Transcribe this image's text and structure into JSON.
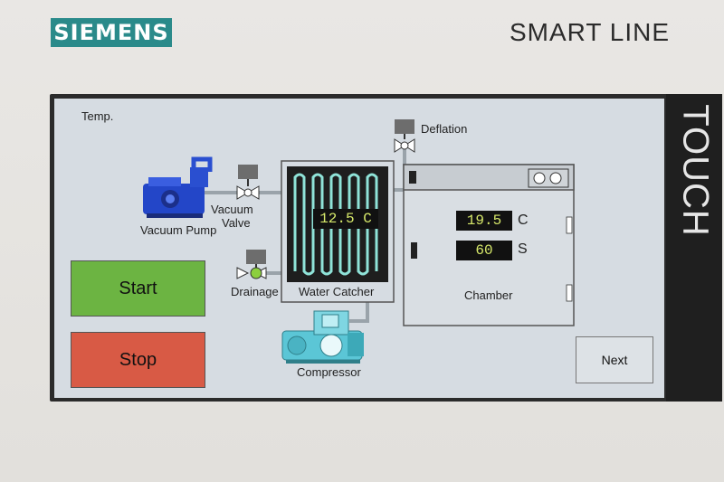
{
  "header": {
    "brand": "SIEMENS",
    "product_line": "SMART LINE",
    "side_label": "TOUCH"
  },
  "screen": {
    "temp_label": "Temp.",
    "components": {
      "vacuum_pump": "Vacuum Pump",
      "vacuum_valve_line1": "Vacuum",
      "vacuum_valve_line2": "Valve",
      "drainage": "Drainage",
      "deflation": "Deflation",
      "water_catcher": "Water Catcher",
      "compressor": "Compressor",
      "chamber": "Chamber"
    },
    "water_catcher_temp": "12.5  C",
    "chamber_temp": {
      "value": "19.5",
      "unit": "C"
    },
    "chamber_time": {
      "value": "60",
      "unit": "S"
    },
    "buttons": {
      "start": "Start",
      "stop": "Stop",
      "next": "Next"
    }
  },
  "colors": {
    "start": "#6cb442",
    "stop": "#d85a45",
    "pump": "#2346c8",
    "compressor": "#5bc6d6",
    "coil": "#8fe3d8",
    "readout_text": "#d6e86a"
  }
}
